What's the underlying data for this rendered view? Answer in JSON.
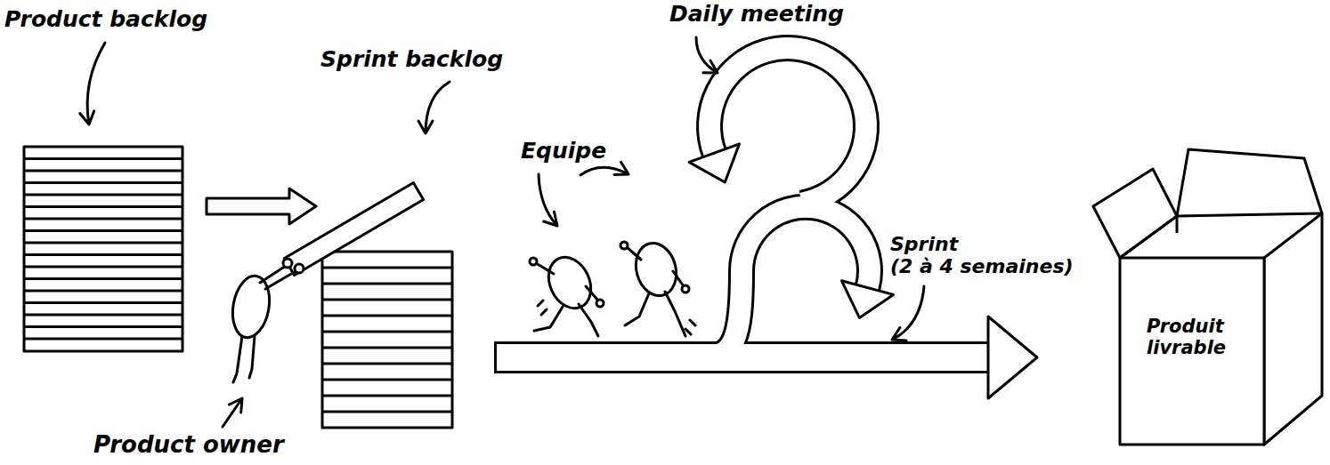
{
  "diagram": {
    "nodes": [
      {
        "text": [
          "Product backlog"
        ]
      },
      {
        "text": [
          "Sprint backlog"
        ]
      },
      {
        "text": [
          "Produit livrable"
        ]
      }
    ],
    "edges": [
      {
        "from": 0,
        "to": 1,
        "arrow": "to"
      }
    ],
    "labels": [
      "Product owner",
      "Equipe",
      "Daily meeting",
      "Sprint (2 à 4 semaines)"
    ]
  }
}
